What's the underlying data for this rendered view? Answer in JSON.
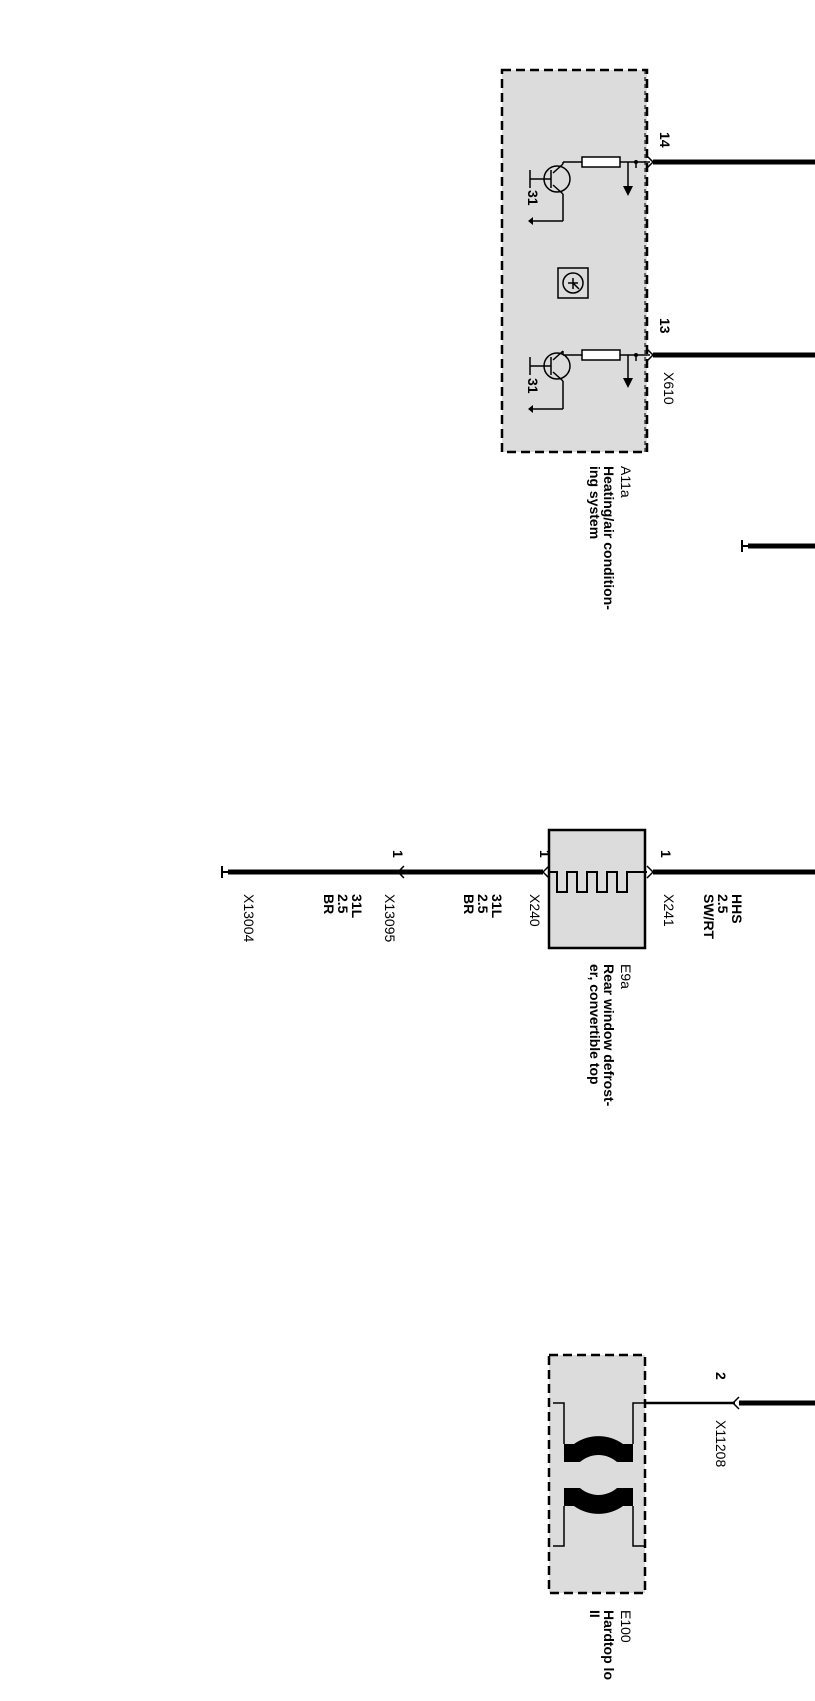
{
  "components": {
    "a11a": {
      "id": "A11a",
      "name_line1": "Heating/air condition-",
      "name_line2": "ing system",
      "connector": "X610",
      "pin_top": "14",
      "pin_bottom": "13",
      "ground_top": "31",
      "ground_bottom": "31"
    },
    "e9a": {
      "id": "E9a",
      "name_line1": "Rear window defrost-",
      "name_line2": "er, convertible top",
      "connector_right": "X241",
      "connector_left": "X240",
      "pin_right": "1",
      "pin_left": "1"
    },
    "e100": {
      "id": "E100",
      "name_line1": "Hardtop lo",
      "name_line2": "II",
      "connector": "X11208",
      "pin": "2"
    }
  },
  "wires": {
    "hhs": {
      "signal": "HHS",
      "gauge": "2.5",
      "color": "SW/RT"
    },
    "w31l_a": {
      "signal": "31L",
      "gauge": "2.5",
      "color": "BR"
    },
    "w31l_b": {
      "signal": "31L",
      "gauge": "2.5",
      "color": "BR"
    }
  },
  "connectors": {
    "x13095": {
      "id": "X13095",
      "pin": "1"
    },
    "x13004": {
      "id": "X13004"
    }
  }
}
